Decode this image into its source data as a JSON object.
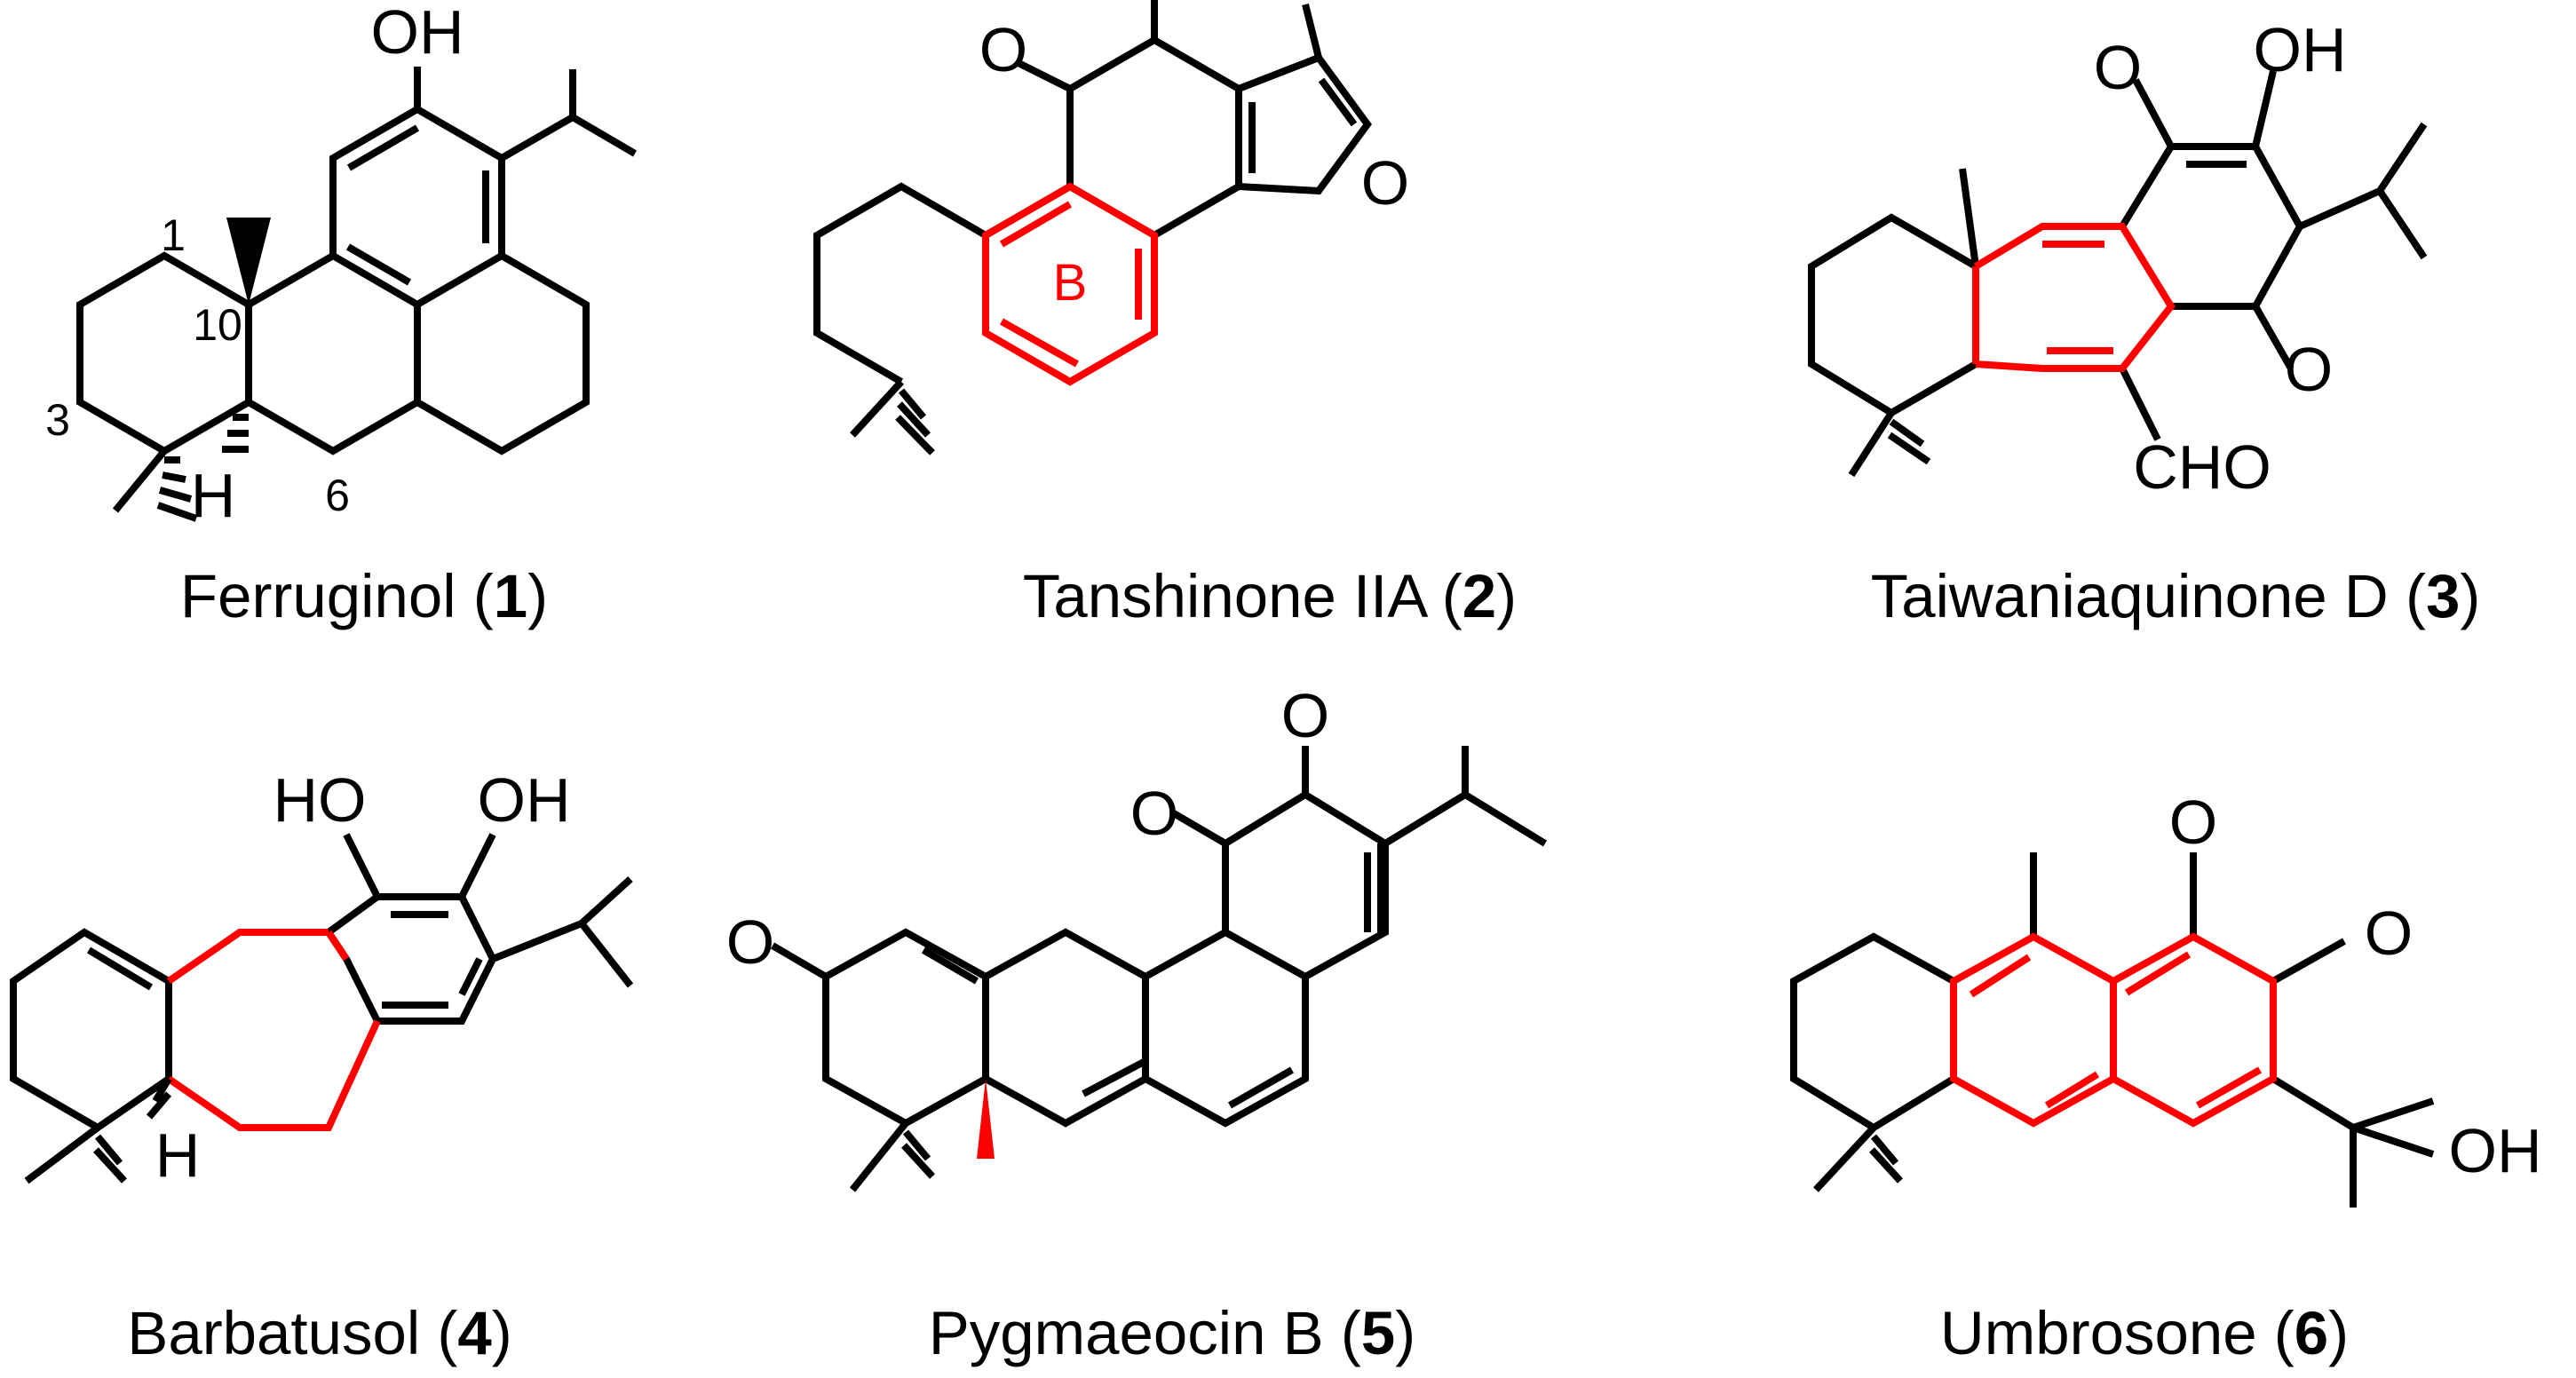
{
  "compounds": [
    {
      "name": "Ferruginol",
      "number": "1"
    },
    {
      "name": "Tanshinone IIA",
      "number": "2"
    },
    {
      "name": "Taiwaniaquinone D",
      "number": "3"
    },
    {
      "name": "Barbatusol",
      "number": "4"
    },
    {
      "name": "Pygmaeocin B",
      "number": "5"
    },
    {
      "name": "Umbrosone",
      "number": "6"
    }
  ],
  "atom_labels": {
    "oh": "OH",
    "ho": "HO",
    "o": "O",
    "h": "H",
    "cho": "CHO"
  },
  "locants": {
    "c1": "1",
    "c3": "3",
    "c6": "6",
    "c10": "10"
  },
  "ring_label": "B",
  "colors": {
    "bond": "#000000",
    "highlight": "#ff0000"
  }
}
